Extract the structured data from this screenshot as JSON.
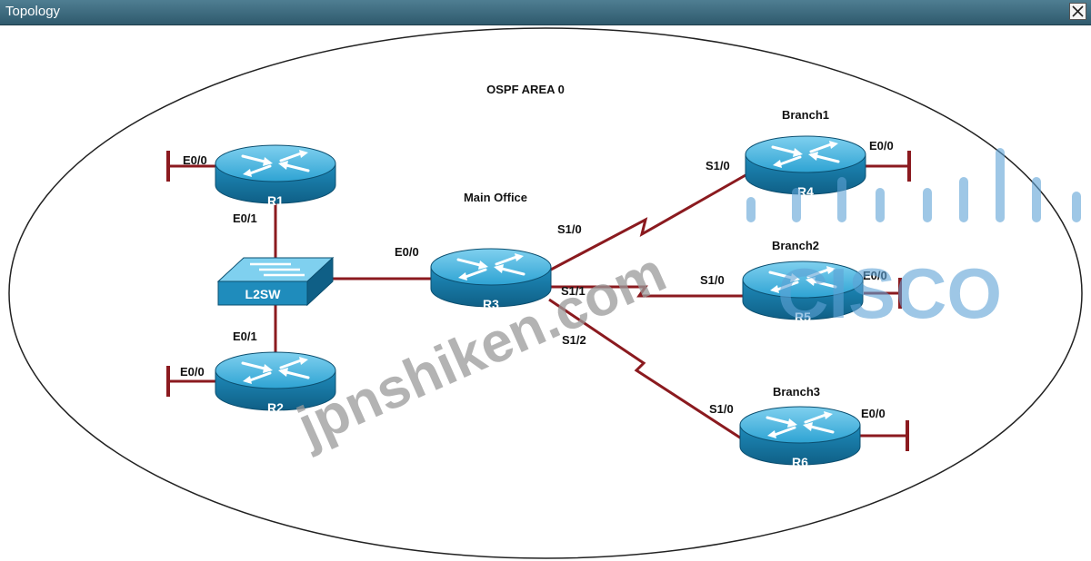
{
  "window": {
    "title": "Topology",
    "close_icon": "close-icon"
  },
  "diagram": {
    "area_label": "OSPF AREA 0",
    "sites": {
      "main": "Main Office",
      "branch1": "Branch1",
      "branch2": "Branch2",
      "branch3": "Branch3"
    },
    "devices": {
      "r1": "R1",
      "r2": "R2",
      "r3": "R3",
      "r4": "R4",
      "r5": "R5",
      "r6": "R6",
      "switch": "L2SW"
    },
    "interfaces": {
      "r1_e00": "E0/0",
      "r1_e01": "E0/1",
      "r2_e00": "E0/0",
      "r2_e01": "E0/1",
      "r3_e00": "E0/0",
      "r3_s10": "S1/0",
      "r3_s11": "S1/1",
      "r3_s12": "S1/2",
      "r4_s10": "S1/0",
      "r4_e00": "E0/0",
      "r5_s10": "S1/0",
      "r5_e00": "E0/0",
      "r6_s10": "S1/0",
      "r6_e00": "E0/0"
    },
    "watermark": "jpnshiken.com",
    "logo_text": "CISCO",
    "colors": {
      "link": "#8b1a1f",
      "device": "#1f87b5",
      "titlebar": "#3c6a7e",
      "watermark": "#9a9a9a",
      "logo": "#5fa3d6"
    }
  }
}
